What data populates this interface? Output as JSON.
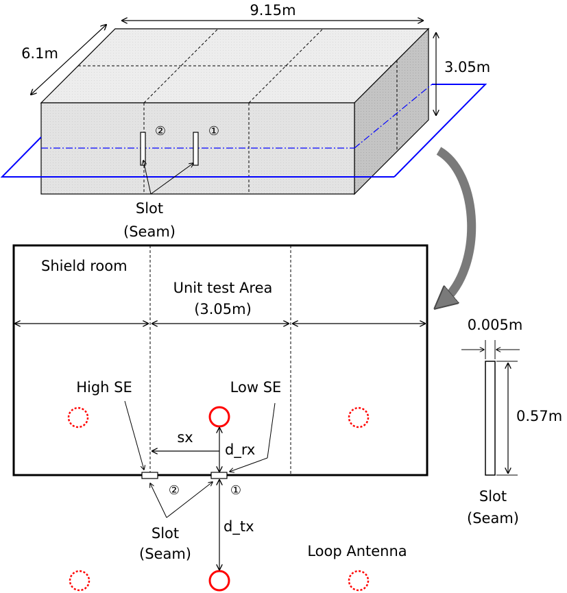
{
  "colors": {
    "line": "#000000",
    "plane": "#0000ff",
    "antenna": "#ff0000",
    "box_front": "#e2e2e2",
    "box_top": "#ececec",
    "box_side": "#bdbdbd",
    "curved_arrow": "#7a7a7a"
  },
  "box3d": {
    "width_label": "9.15m",
    "depth_label": "6.1m",
    "height_label": "3.05m",
    "slot_marker_2": "②",
    "slot_marker_1": "①",
    "slot_label_line1": "Slot",
    "slot_label_line2": "(Seam)"
  },
  "plan": {
    "shield_room_label": "Shield room",
    "unit_test_area_label": "Unit test Area",
    "unit_test_area_width": "(3.05m)",
    "high_se_label": "High SE",
    "low_se_label": "Low SE",
    "sx_label": "sx",
    "d_rx_label": "d_rx",
    "d_tx_label": "d_tx",
    "slot_marker_2": "②",
    "slot_marker_1": "①",
    "slot_label_line1": "Slot",
    "slot_label_line2": "(Seam)",
    "loop_antenna_label": "Loop Antenna"
  },
  "slot_detail": {
    "width_label": "0.005m",
    "height_label": "0.57m",
    "label_line1": "Slot",
    "label_line2": "(Seam)"
  }
}
